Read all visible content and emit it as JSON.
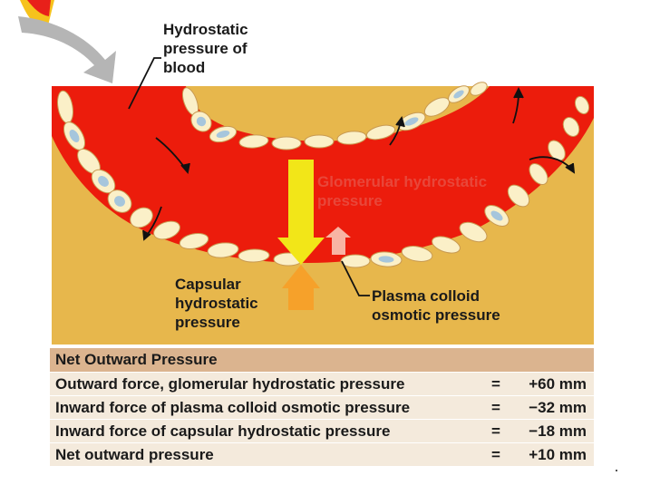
{
  "labels": {
    "hydrostatic_blood": [
      "Hydrostatic",
      "pressure of",
      "blood"
    ],
    "glomerular_hydrostatic": [
      "Glomerular hydrostatic",
      "pressure"
    ],
    "capsular_hydrostatic": [
      "Capsular",
      "hydrostatic",
      "pressure"
    ],
    "plasma_colloid": [
      "Plasma colloid",
      "osmotic pressure"
    ]
  },
  "table": {
    "header": "Net Outward Pressure",
    "rows": [
      {
        "description": "Outward force, glomerular hydrostatic pressure",
        "sign": "=",
        "value": "+60 mm"
      },
      {
        "description": "Inward force of plasma colloid osmotic pressure",
        "sign": "=",
        "value": "−32 mm"
      },
      {
        "description": "Inward force of capsular hydrostatic pressure",
        "sign": "=",
        "value": "−18 mm"
      },
      {
        "description": "Net outward pressure",
        "sign": "=",
        "value": "+10 mm"
      }
    ]
  },
  "colors": {
    "background_tissue": "#e7b74c",
    "blood": "#ec1c0c",
    "cell": "#fbf0c8",
    "nucleus": "#a6c6dc",
    "glomerular_arrow": "#f2e618",
    "capsular_arrow": "#f6a12a",
    "colloid_arrow": "#f8b4a4",
    "table_header": "#dbb48f",
    "table_row": "#f4eadc"
  }
}
